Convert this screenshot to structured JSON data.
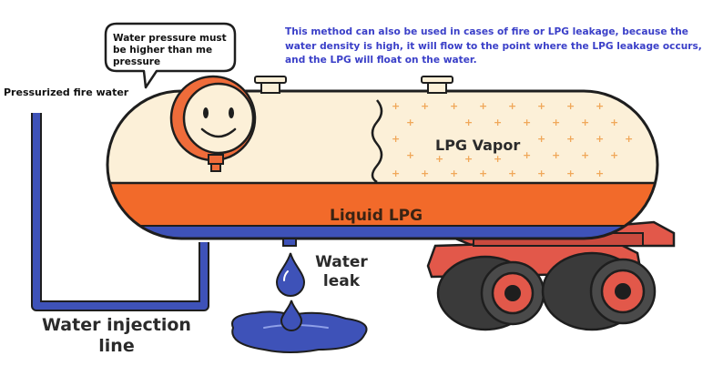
{
  "speech_bubble": {
    "text": "Water pressure must be higher than me pressure"
  },
  "note": {
    "text": "This method can also be used in cases of fire or LPG leakage, because the water density is high, it will flow to the point where the LPG leakage occurs, and the LPG will float on the water."
  },
  "labels": {
    "pressurized_fire_water": "Pressurized fire water",
    "lpg_vapor": "LPG Vapor",
    "liquid_lpg": "Liquid LPG",
    "water_leak_line1": "Water",
    "water_leak_line2": "leak",
    "water_injection_line1": "Water injection",
    "water_injection_line2": "line"
  },
  "colors": {
    "outline": "#1e1e1e",
    "tank_cream": "#fcf0d8",
    "lpg_orange": "#f26a2a",
    "water_blue": "#3e52b8",
    "trailer_red": "#e2584a",
    "tire_dark": "#3a3a3a",
    "gauge_orange": "#ef6c3a",
    "vapor_plus": "#f0a85a",
    "note_text": "#3a3fc8"
  },
  "icons": {
    "gauge": "smiling-gauge-icon",
    "drop": "water-drop-icon",
    "puddle": "water-puddle-icon"
  }
}
